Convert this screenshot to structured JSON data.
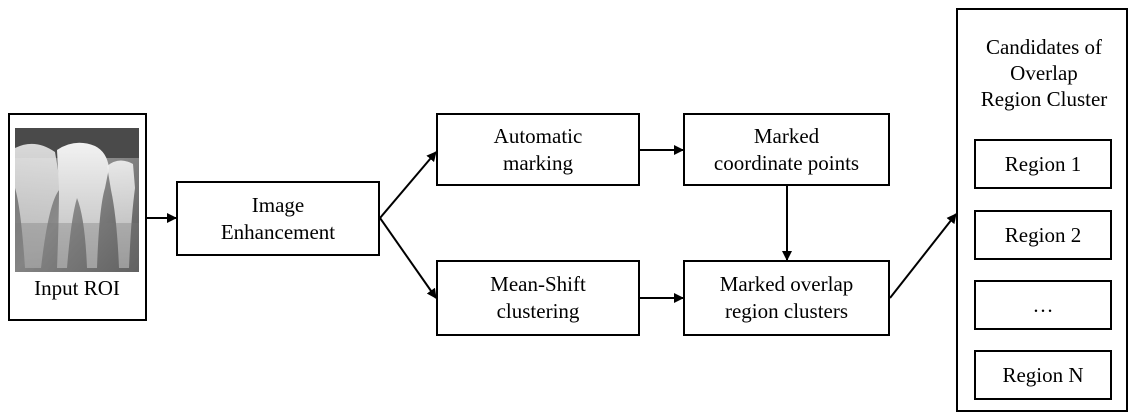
{
  "input": {
    "label": "Input ROI"
  },
  "nodes": {
    "enhance": "Image\nEnhancement",
    "auto_mark": "Automatic\nmarking",
    "mean_shift": "Mean-Shift\nclustering",
    "marked_points": "Marked\ncoordinate points",
    "marked_clusters": "Marked overlap\nregion clusters"
  },
  "candidates": {
    "title": "Candidates of\nOverlap\nRegion Cluster",
    "regions": [
      "Region 1",
      "Region 2",
      "…",
      "Region N"
    ]
  }
}
